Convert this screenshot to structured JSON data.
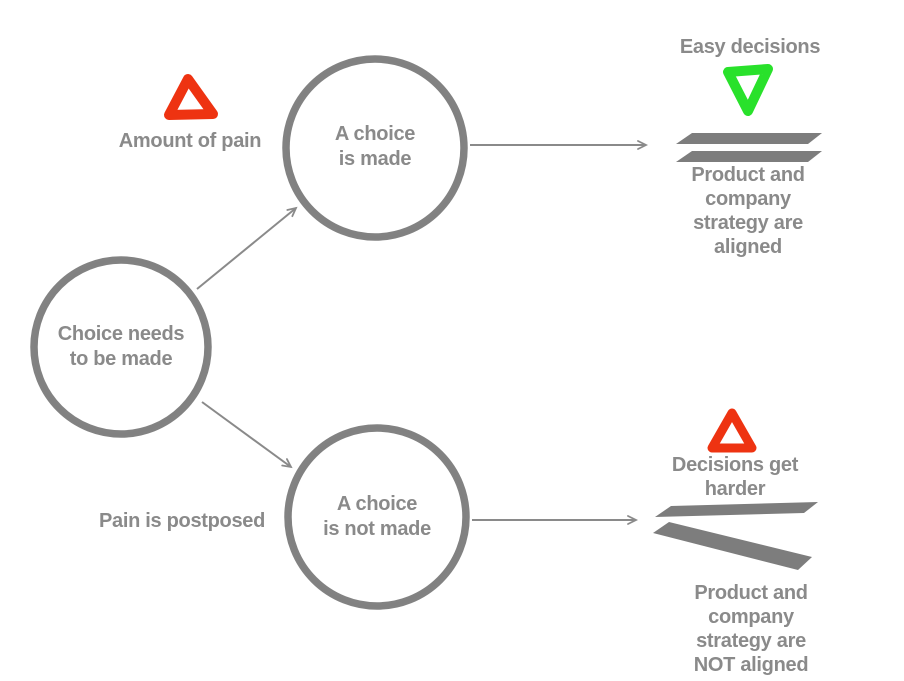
{
  "diagram": {
    "type": "flow-diagram",
    "background": "#ffffff",
    "colors": {
      "text_gray": "#8a8a8a",
      "circle_stroke_gray": "#828282",
      "bar_gray": "#7d7d7d",
      "arrow_gray": "#8a8a8a",
      "pain_red": "#ee3311",
      "ease_green": "#29e12b"
    },
    "nodes": {
      "root": {
        "label": "Choice needs\nto be made"
      },
      "choice_made": {
        "label": "A choice\nis made"
      },
      "choice_not_made": {
        "label": "A choice\nis not made"
      }
    },
    "annotations": {
      "amount_of_pain": "Amount of pain",
      "pain_postponed": "Pain is postposed",
      "easy_decisions": "Easy decisions",
      "decisions_get_harder": "Decisions get harder",
      "aligned": "Product and company\nstrategy are aligned",
      "not_aligned": "Product and company\nstrategy are NOT aligned"
    },
    "icons": {
      "pain_top": "red-triangle-up-icon",
      "ease_top": "green-triangle-down-icon",
      "pain_bottom": "red-triangle-up-icon",
      "aligned_lines": "parallel-lines-icon",
      "not_aligned_lines": "diverging-lines-icon"
    }
  }
}
